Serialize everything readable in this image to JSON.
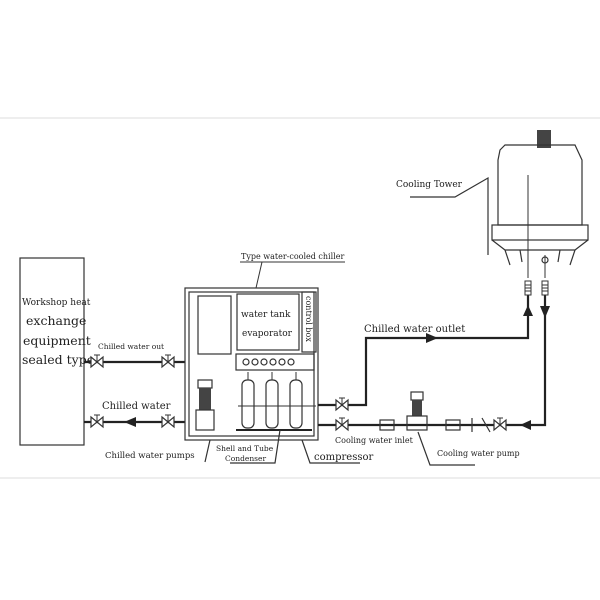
{
  "labels": {
    "workshop_line1": "Workshop heat",
    "workshop_line2": "exchange",
    "workshop_line3": "equipment",
    "workshop_line4": "sealed type",
    "chiller_title": "Type water-cooled chiller",
    "control_box": "control box",
    "water_tank": "water tank",
    "evaporator": "evaporator",
    "chilled_water_out": "Chilled water out",
    "chilled_water": "Chilled water",
    "chilled_water_pumps": "Chilled water pumps",
    "shell_tube_1": "Shell and Tube",
    "shell_tube_2": "Condenser",
    "compressor": "compressor",
    "cooling_water_inlet": "Cooling water inlet",
    "cooling_water_pump": "Cooling water pump",
    "chilled_water_outlet": "Chilled water outlet",
    "cooling_tower": "Cooling Tower"
  }
}
